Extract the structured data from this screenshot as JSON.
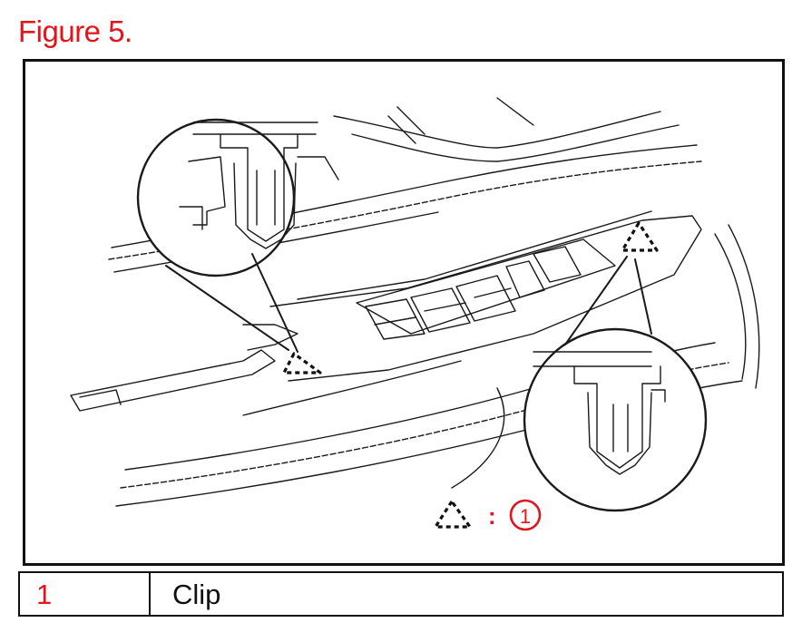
{
  "figure": {
    "title": "Figure 5."
  },
  "diagram": {
    "clip_symbol_icon": "dashed-triangle",
    "key_separator": ":",
    "key_number": "1",
    "accent_color": "#e3141c"
  },
  "legend": {
    "rows": [
      {
        "number": "1",
        "name": "Clip"
      }
    ]
  }
}
